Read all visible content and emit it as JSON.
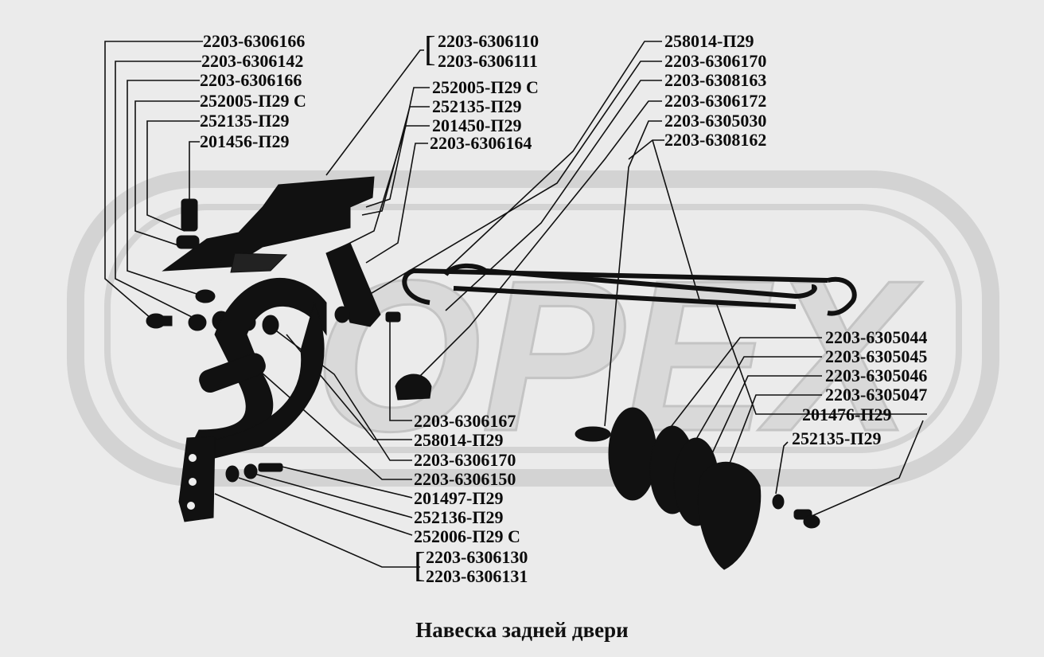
{
  "caption": "Навеска задней двери",
  "watermark": "OPEX",
  "colors": {
    "ink": "#0c0c0c",
    "background": "#ebebeb",
    "watermark": "#cfcfcf"
  },
  "labels": {
    "l1": "2203-6306166",
    "l2": "2203-6306142",
    "l3": "2203-6306166",
    "l4": "252005-П29 С",
    "l5": "252135-П29",
    "l6": "201456-П29",
    "l7": "2203-6306110",
    "l8": "2203-6306111",
    "l9": "252005-П29 С",
    "l10": "252135-П29",
    "l11": "201450-П29",
    "l12": "2203-6306164",
    "l13": "258014-П29",
    "l14": "2203-6306170",
    "l15": "2203-6308163",
    "l16": "2203-6306172",
    "l17": "2203-6305030",
    "l18": "2203-6308162",
    "l19": "2203-6305044",
    "l20": "2203-6305045",
    "l21": "2203-6305046",
    "l22": "2203-6305047",
    "l23": "201476-П29",
    "l24": "252135-П29",
    "l25": "2203-6306167",
    "l26": "258014-П29",
    "l27": "2203-6306170",
    "l28": "2203-6306150",
    "l29": "201497-П29",
    "l30": "252136-П29",
    "l31": "252006-П29 С",
    "l32": "2203-6306130",
    "l33": "2203-6306131"
  }
}
